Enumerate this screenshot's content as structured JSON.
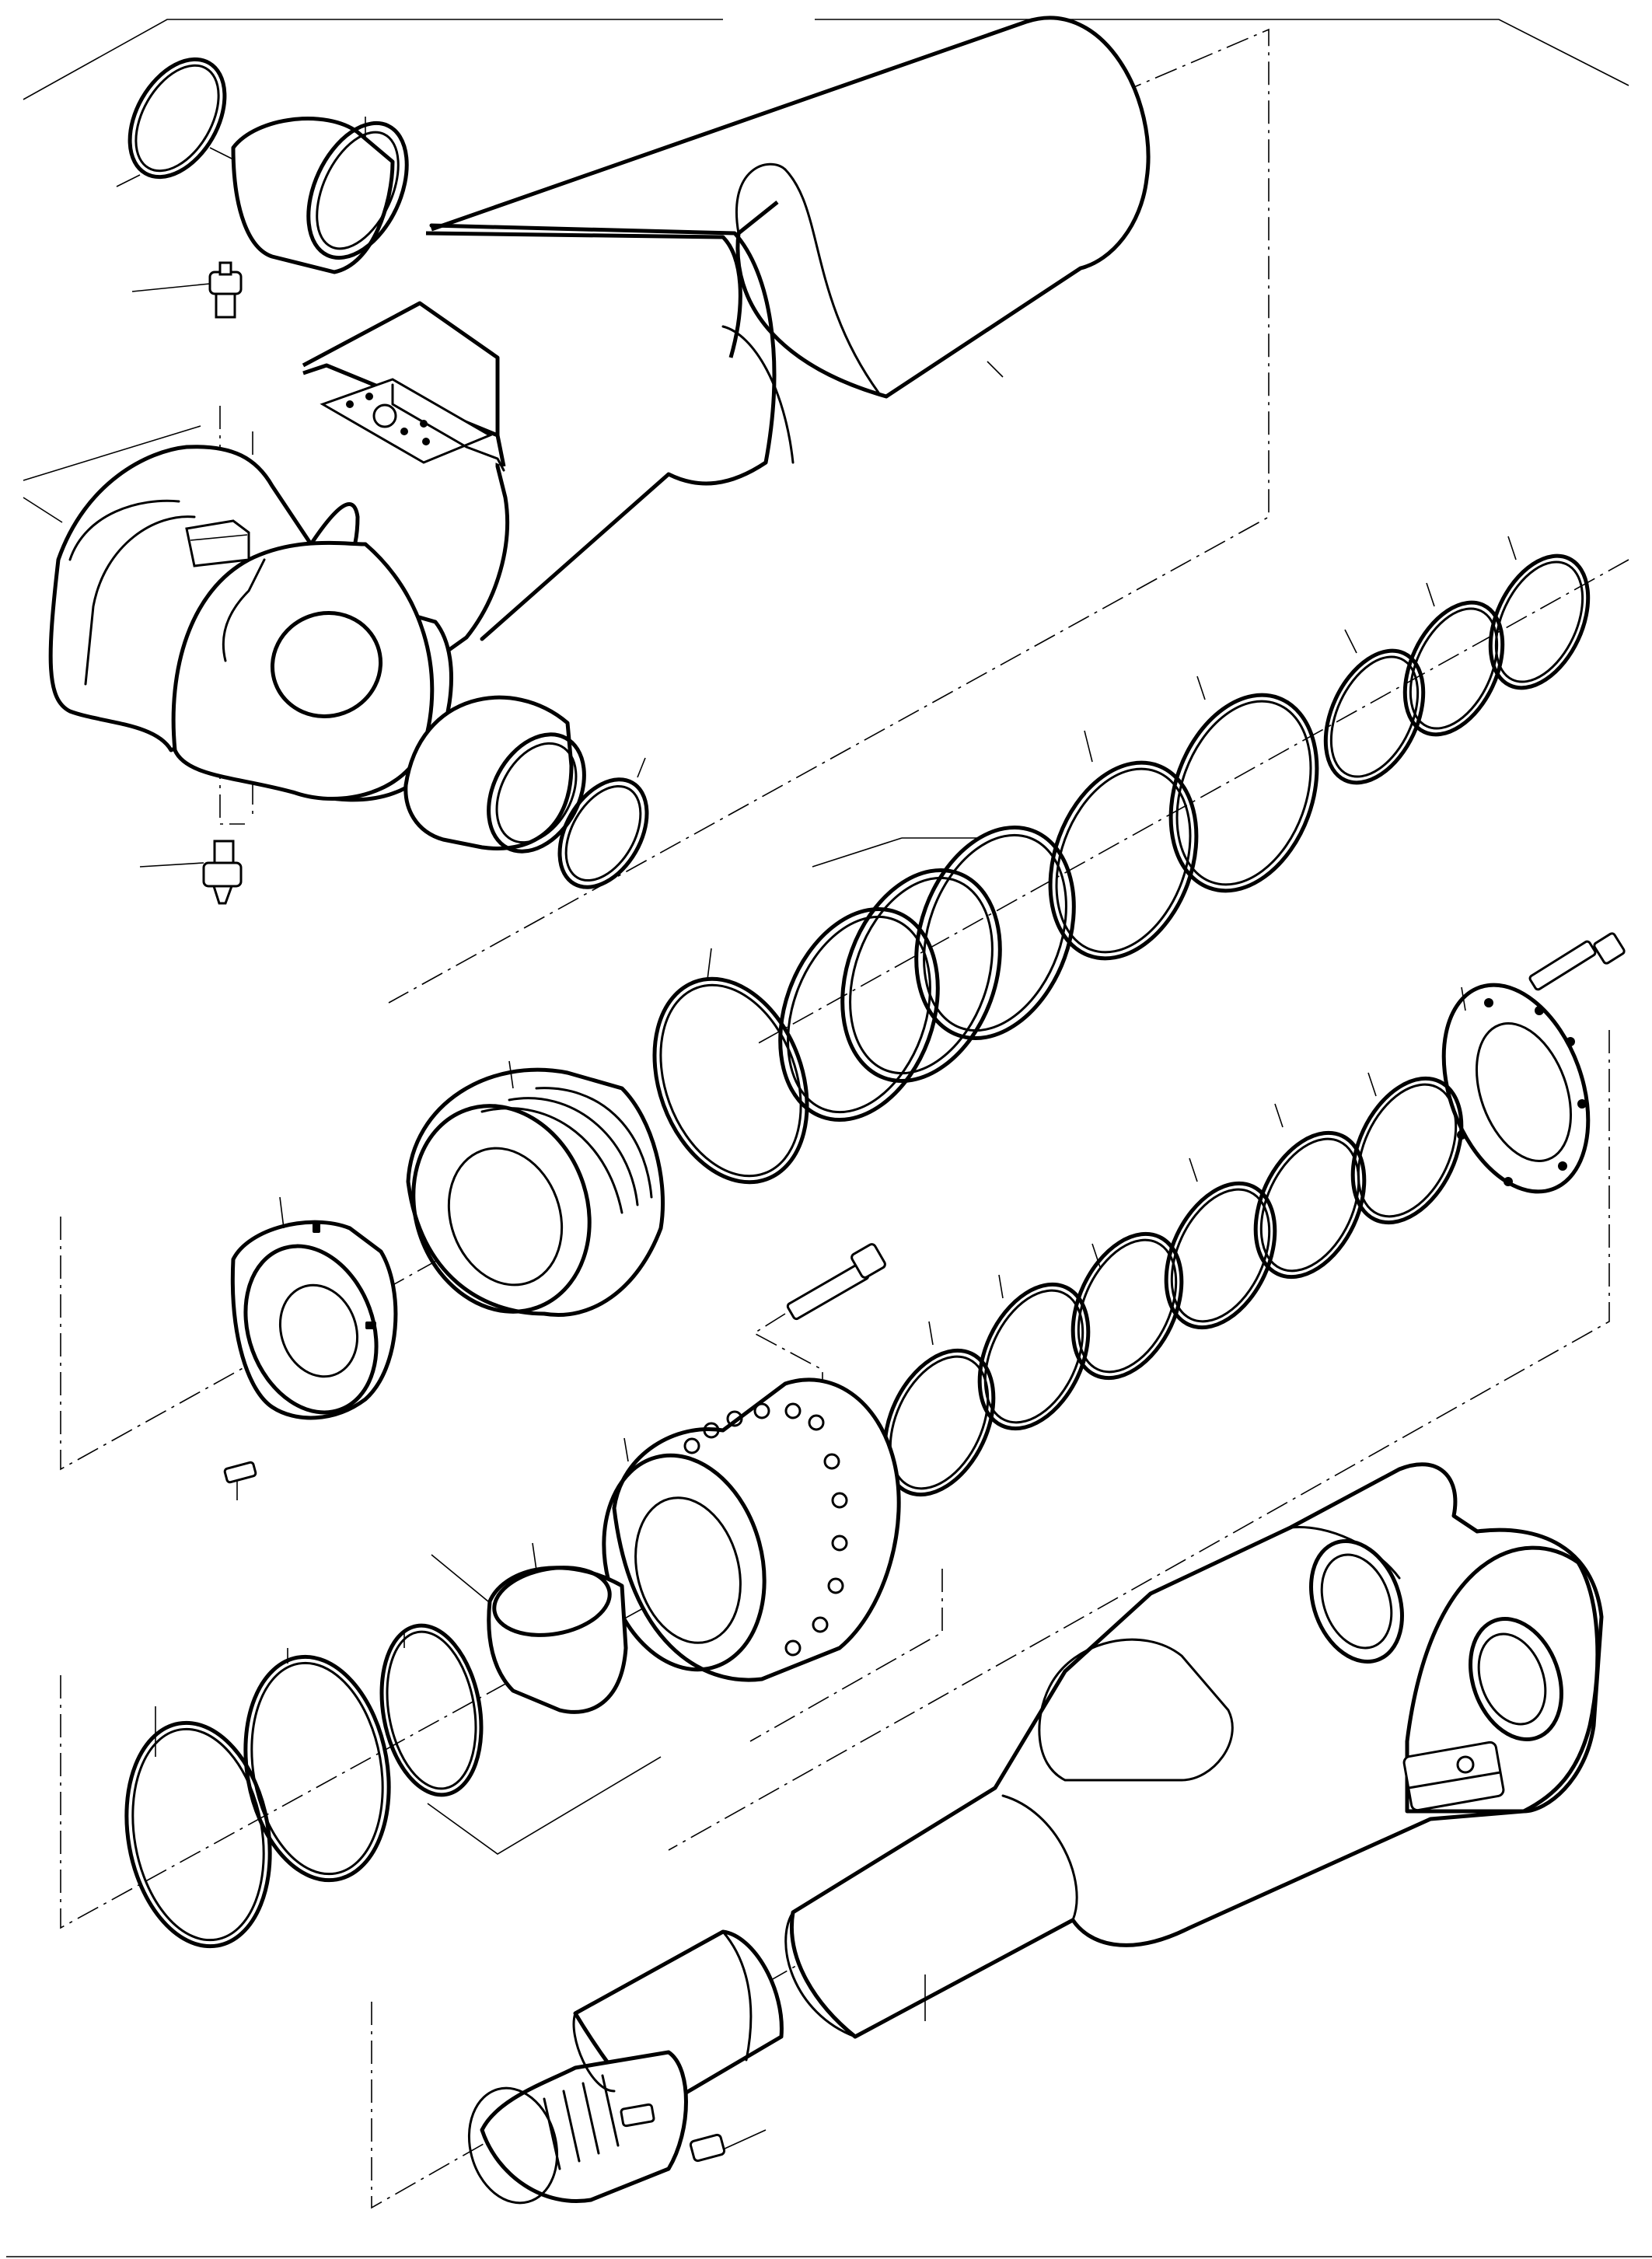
{
  "figure": {
    "kind": "exploded parts diagram",
    "colors": {
      "line": "#000000",
      "background": "#ffffff"
    },
    "parts": [
      "cylinder-tube",
      "tube-eye-bushing",
      "tube-eye-bushing-lower",
      "tube-eye-ring-upper",
      "tube-eye-ring-lower",
      "grease-nipple-upper",
      "grease-nipple-lower",
      "piston-nut",
      "piston",
      "piston-seal-ring",
      "wear-rings",
      "guide-rings",
      "piston-rings",
      "cylinder-head",
      "head-seal-rings",
      "head-bushing",
      "head-bolt",
      "retainer-plate",
      "plate-bolt",
      "set-screw",
      "piston-rod",
      "rod-eye",
      "rod-eye-bushing",
      "key",
      "wiper-ring"
    ]
  }
}
